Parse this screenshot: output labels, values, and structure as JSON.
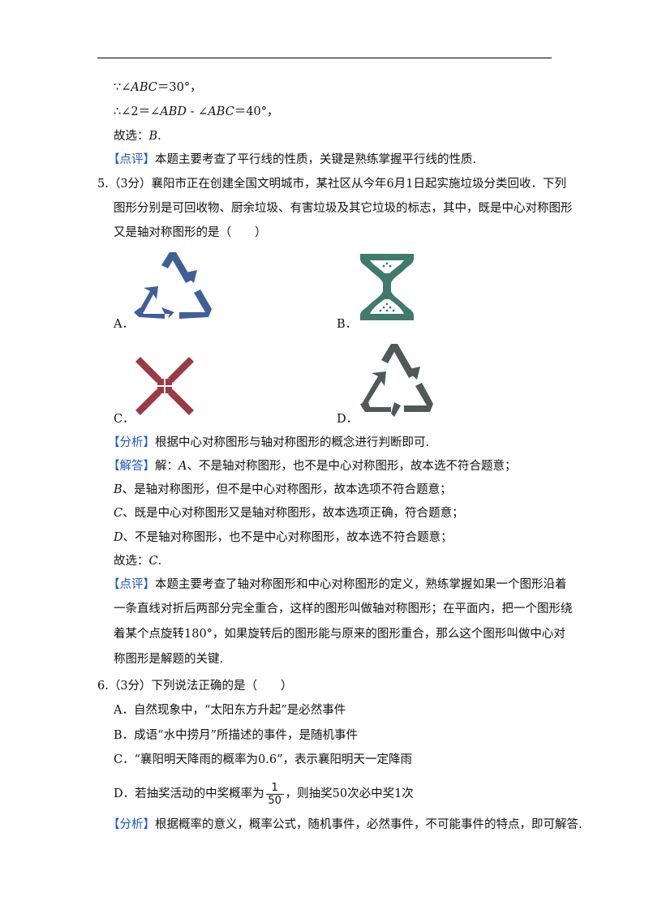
{
  "prev": {
    "l1_pre": "∵",
    "l1_angle": "∠",
    "l1_var": "ABC",
    "l1_rest": "＝30°，",
    "l2_pre": "∴∠2＝∠",
    "l2_var1": "ABD",
    "l2_mid": " - ∠",
    "l2_var2": "ABC",
    "l2_rest": "＝40°，",
    "answer_pre": "故选：",
    "answer_val": "B",
    "answer_end": ".",
    "comment_tag": "【点评】",
    "comment_text": "本题主要考查了平行线的性质，关键是熟练掌握平行线的性质."
  },
  "q5": {
    "line1": "5.（3分）襄阳市正在创建全国文明城市，某社区从今年6月1日起实施垃圾分类回收．下列",
    "line2": "图形分别是可回收物、厨余垃圾、有害垃圾及其它垃圾的标志，其中，既是中心对称图形",
    "line3": "又是轴对称图形的是（　　）",
    "options": {
      "a": "A．",
      "b": "B．",
      "c": "C．",
      "d": "D．"
    },
    "analysis_tag": "【分析】",
    "analysis_text": "根据中心对称图形与轴对称图形的概念进行判断即可.",
    "solution_tag": "【解答】",
    "sol1_pre": "解：",
    "sol1_var": "A",
    "sol1_text": "、不是轴对称图形，也不是中心对称图形，故本选不符合题意；",
    "sol2_var": "B",
    "sol2_text": "、是轴对称图形，但不是中心对称图形，故本选项不符合题意；",
    "sol3_var": "C",
    "sol3_text": "、既是中心对称图形又是轴对称图形，故本选项正确，符合题意；",
    "sol4_var": "D",
    "sol4_text": "、不是轴对称图形，也不是中心对称图形，故本选不符合题意；",
    "answer_pre": "故选：",
    "answer_val": "C",
    "answer_end": ".",
    "comment_tag": "【点评】",
    "comment1": "本题主要考查了轴对称图形和中心对称图形的定义，熟练掌握如果一个图形沿着",
    "comment2": "一条直线对折后两部分完全重合，这样的图形叫做轴对称图形；在平面内，把一个图形绕",
    "comment3": "着某个点旋转180°，如果旋转后的图形能与原来的图形重合，那么这个图形叫做中心对",
    "comment4": "称图形是解题的关键."
  },
  "q6": {
    "line1": "6.（3分）下列说法正确的是（　　）",
    "optA": "A．自然现象中，“太阳东方升起”是必然事件",
    "optB": "B．成语“水中捞月”所描述的事件，是随机事件",
    "optC": "C．“襄阳明天降雨的概率为0.6”，表示襄阳明天一定降雨",
    "optD_pre": "D．若抽奖活动的中奖概率为",
    "optD_num": "1",
    "optD_den": "50",
    "optD_post": "，则抽奖50次必中奖1次",
    "analysis_tag": "【分析】",
    "analysis_text": "根据概率的意义，概率公式，随机事件，必然事件，不可能事件的特点，即可解答."
  },
  "colors": {
    "recycle": "#3f5f98",
    "kitchen": "#3f7a6a",
    "hazard": "#9a3a45",
    "other": "#505858",
    "tag_blue": "#1a56c8"
  }
}
